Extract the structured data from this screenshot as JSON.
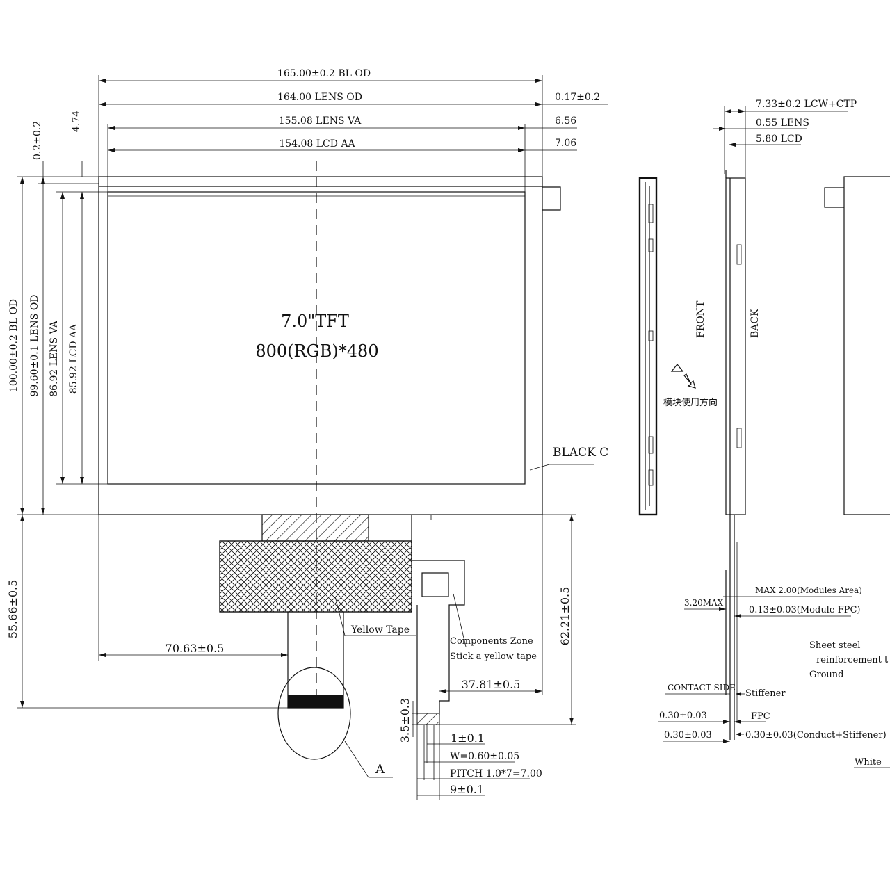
{
  "top_dims": {
    "bl_od": "165.00±0.2 BL OD",
    "lens_od": "164.00 LENS OD",
    "lens_va": "155.08 LENS VA",
    "lcd_aa": "154.08 LCD AA",
    "right_offset_1": "0.17±0.2",
    "right_offset_2": "6.56",
    "right_offset_3": "7.06"
  },
  "left_dims": {
    "top_offset_1": "0.2±0.2",
    "top_offset_2": "4.74",
    "bl_od": "100.00±0.2 BL OD",
    "lens_od": "99.60±0.1 LENS OD",
    "lens_va": "86.92 LENS VA",
    "lcd_aa": "85.92 LCD AA"
  },
  "panel": {
    "title": "7.0\"TFT",
    "resolution": "800(RGB)*480",
    "black_label": "BLACK C"
  },
  "fpc": {
    "yellow_tape": "Yellow Tape",
    "components_zone": "Components Zone",
    "stick_tape": "Stick a yellow tape",
    "dim_left_height": "55.66±0.5",
    "dim_right_height": "62.21±0.5",
    "dim_70": "70.63±0.5",
    "dim_37": "37.81±0.5",
    "dim_3_5": "3.5±0.3",
    "dim_1": "1±0.1",
    "dim_w": "W=0.60±0.05",
    "dim_pitch": "PITCH 1.0*7=7.00",
    "dim_9": "9±0.1",
    "detail_label": "A"
  },
  "side_view": {
    "front": "FRONT",
    "back": "BACK",
    "direction_cn": "模块使用方向",
    "lcw_ctp": "7.33±0.2 LCW+CTP",
    "lens": "0.55 LENS",
    "lcd": "5.80 LCD"
  },
  "fpc_section": {
    "max_modules": "MAX 2.00(Modules Area)",
    "max_3_20": "3.20MAX",
    "module_fpc": "0.13±0.03(Module FPC)",
    "sheet_steel": "Sheet steel",
    "reinforcement": "reinforcement t",
    "ground": "Ground",
    "contact_side": "CONTACT SIDE",
    "stiffener": "Stiffener",
    "dim_030_a": "0.30±0.03",
    "fpc": "FPC",
    "dim_030_b": "0.30±0.03",
    "conduct": "0.30±0.03(Conduct+Stiffener)",
    "white": "White"
  }
}
